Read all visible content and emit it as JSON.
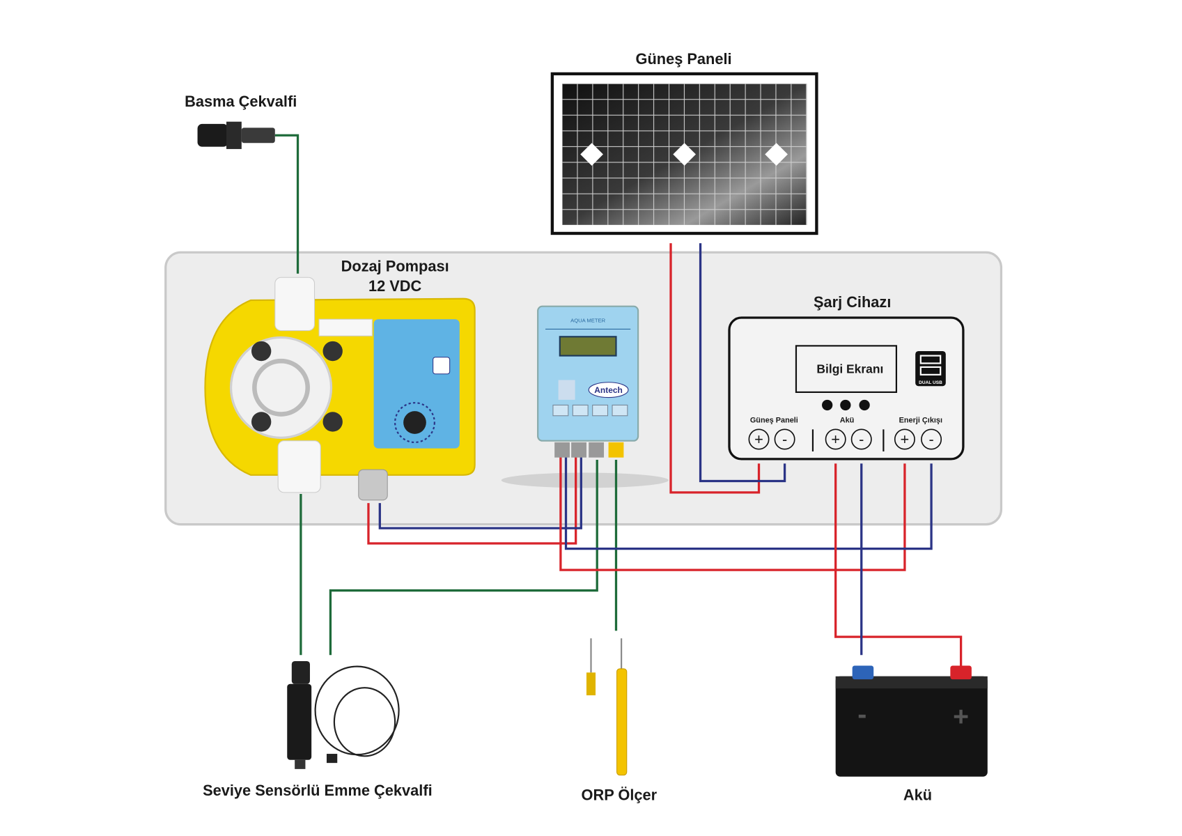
{
  "labels": {
    "solar_panel": "Güneş Paneli",
    "discharge_valve": "Basma Çekvalfi",
    "dosing_pump": "Dozaj Pompası",
    "dosing_pump_voltage": "12 VDC",
    "charger": "Şarj Cihazı",
    "info_screen": "Bilgi Ekranı",
    "usb": "DUAL USB",
    "charger_solar": "Güneş Paneli",
    "charger_battery": "Akü",
    "charger_output": "Enerji Çıkışı",
    "suction_valve": "Seviye Sensörlü Emme Çekvalfi",
    "orp_meter": "ORP Ölçer",
    "battery": "Akü",
    "controller_brand": "Antech",
    "controller_model": "AQUA METER"
  },
  "terminals": {
    "plus": "+",
    "minus": "-"
  },
  "colors": {
    "positive_wire": "#d8232a",
    "negative_wire": "#2b3486",
    "signal_wire": "#1e6b3a",
    "pump_body": "#f5d800",
    "controller_body": "#9fd3ef",
    "panel_background": "#ededed"
  }
}
